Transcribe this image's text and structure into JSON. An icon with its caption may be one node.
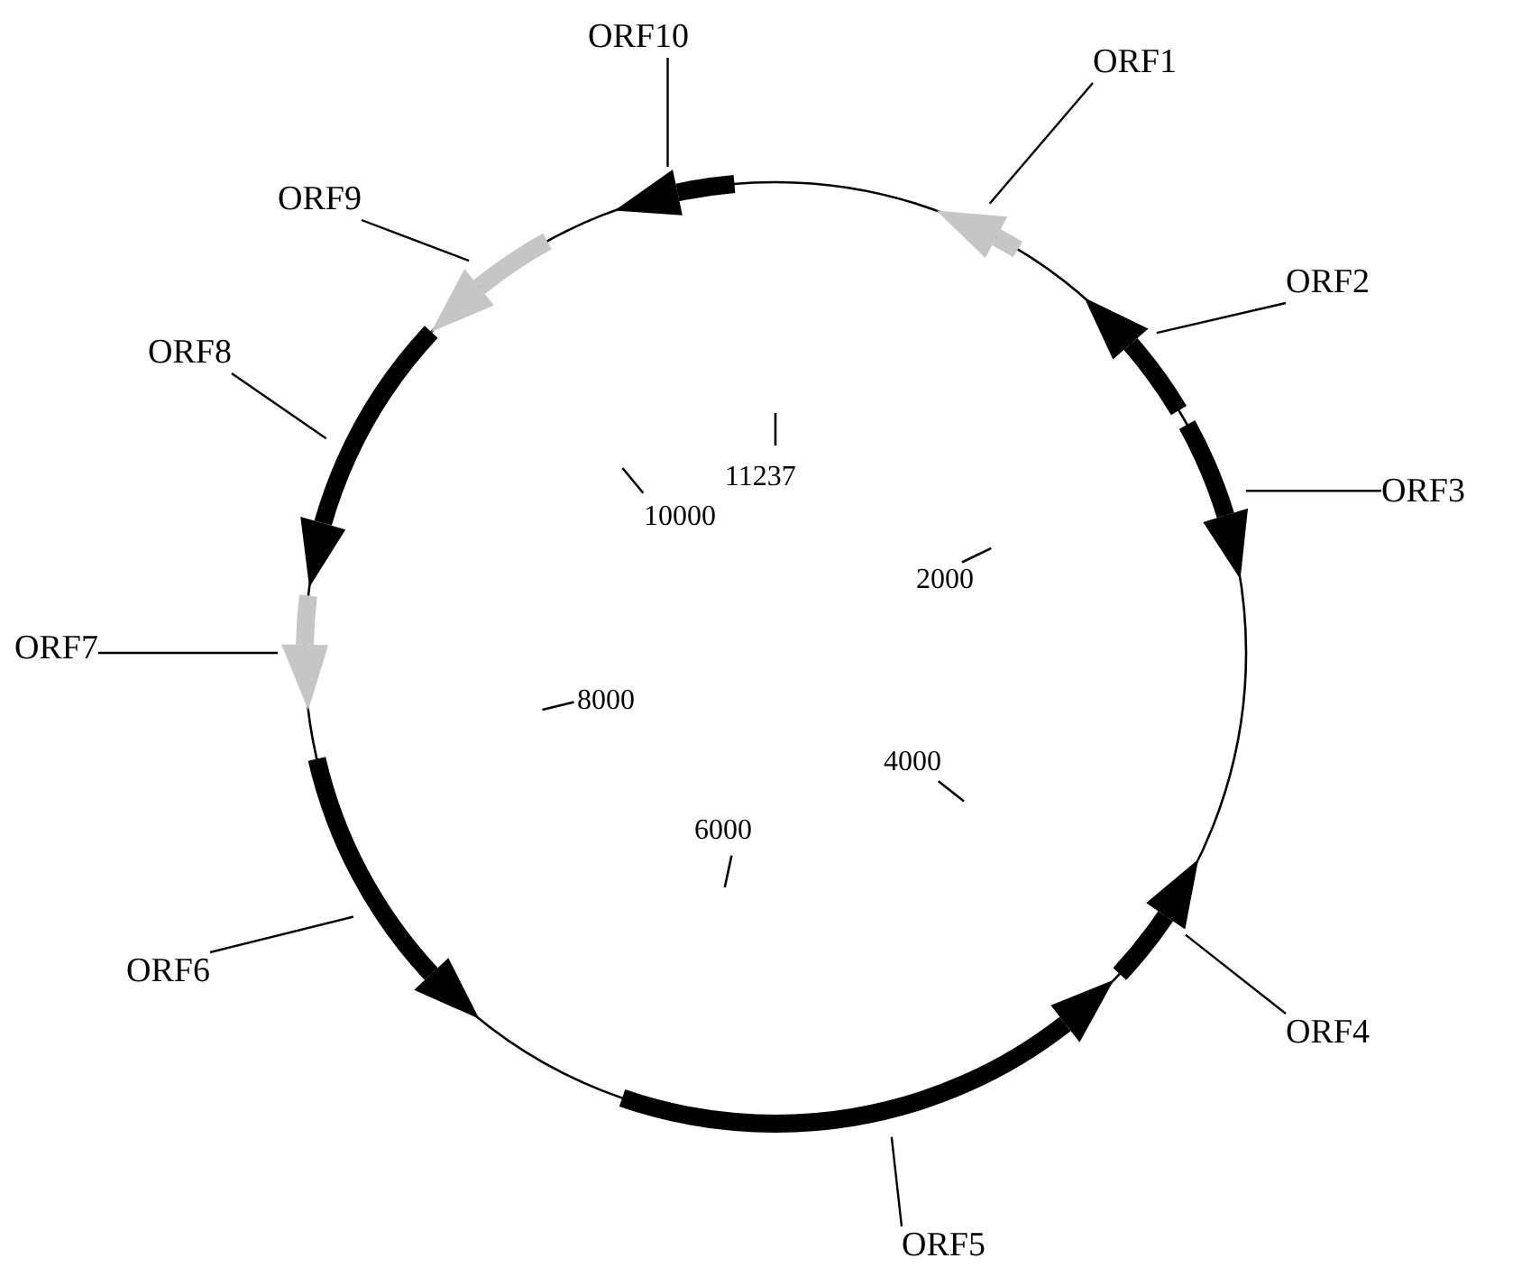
{
  "diagram": {
    "nodes": [
      {
        "text": [
          "ORF1"
        ]
      },
      {
        "text": [
          "ORF2"
        ]
      },
      {
        "text": [
          "ORF3"
        ]
      },
      {
        "text": [
          "ORF4"
        ]
      },
      {
        "text": [
          "ORF5"
        ]
      },
      {
        "text": [
          "ORF6"
        ]
      },
      {
        "text": [
          "ORF7"
        ]
      },
      {
        "text": [
          "ORF8"
        ]
      },
      {
        "text": [
          "ORF9"
        ]
      },
      {
        "text": [
          "ORF10"
        ]
      },
      {
        "text": [],
        "shape": "arrow"
      },
      {
        "text": [],
        "shape": "arrow"
      },
      {
        "text": [],
        "shape": "arrow"
      },
      {
        "text": [],
        "shape": "arrow"
      },
      {
        "text": [],
        "shape": "arrow"
      },
      {
        "text": [],
        "shape": "arrow"
      },
      {
        "text": [],
        "shape": "arrow"
      },
      {
        "text": [],
        "shape": "arrow"
      },
      {
        "text": [],
        "shape": "arrow"
      },
      {
        "text": [],
        "shape": "arrow"
      }
    ],
    "edges": [
      {
        "from": 0,
        "to": 10,
        "arrow": "none"
      },
      {
        "from": 1,
        "to": 11,
        "arrow": "none"
      },
      {
        "from": 2,
        "to": 12,
        "arrow": "none"
      },
      {
        "from": 3,
        "to": 13,
        "arrow": "none"
      },
      {
        "from": 4,
        "to": 14,
        "arrow": "none"
      },
      {
        "from": 5,
        "to": 15,
        "arrow": "none"
      },
      {
        "from": 6,
        "to": 16,
        "arrow": "none"
      },
      {
        "from": 7,
        "to": 17,
        "arrow": "none"
      },
      {
        "from": 8,
        "to": 18,
        "arrow": "none"
      },
      {
        "from": 9,
        "to": 19,
        "arrow": "none"
      }
    ],
    "labels": [
      "11237",
      "10000",
      "2000",
      "8000",
      "4000",
      "6000"
    ]
  }
}
